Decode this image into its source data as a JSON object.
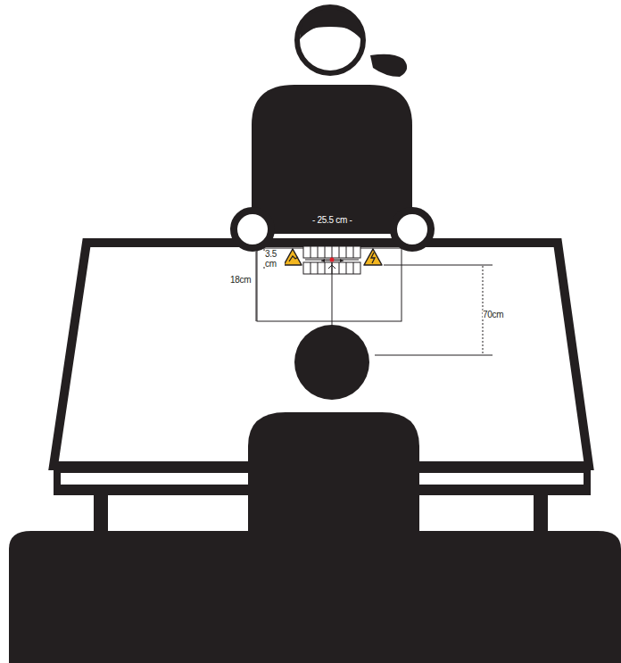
{
  "diagram": {
    "labels": [
      "- 25.5 cm -",
      "3.5 cm",
      "18cm",
      "70cm"
    ]
  }
}
